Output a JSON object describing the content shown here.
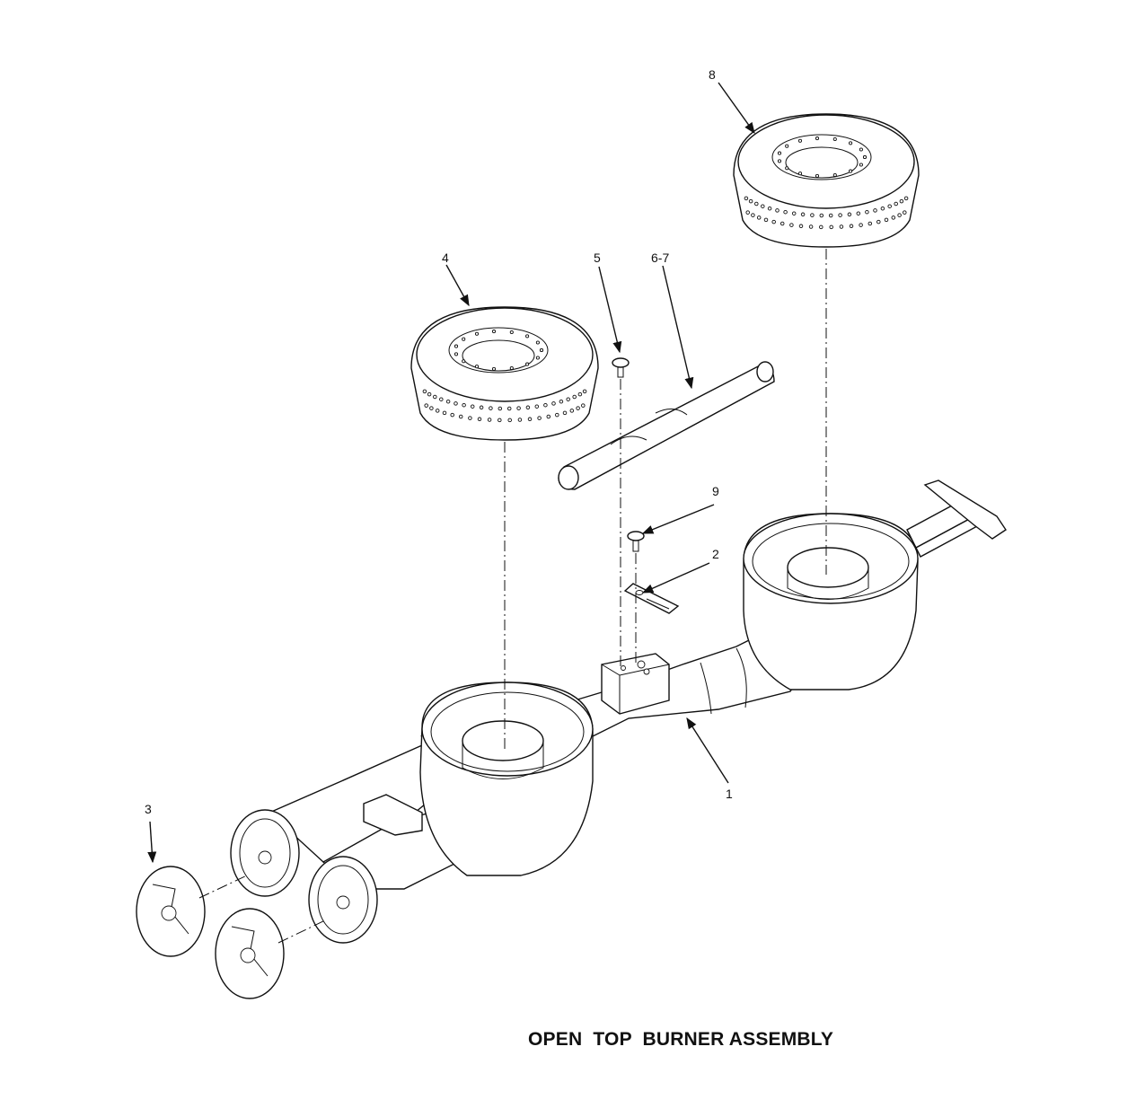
{
  "caption": "OPEN  TOP  BURNER ASSEMBLY",
  "callouts": {
    "c1": "1",
    "c2": "2",
    "c3": "3",
    "c4": "4",
    "c5": "5",
    "c6_7": "6-7",
    "c8": "8",
    "c9": "9"
  }
}
